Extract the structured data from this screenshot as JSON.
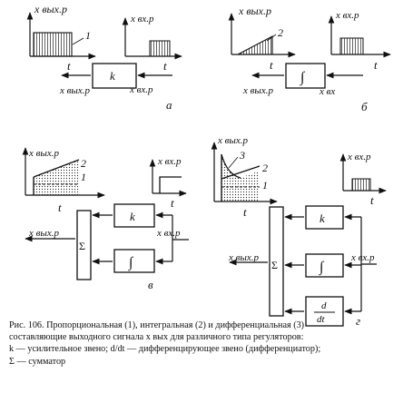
{
  "panels": {
    "a": {
      "letter": "а",
      "output_graph_ylabel": "x вых.р",
      "output_graph_curve": "1",
      "input_graph_ylabel": "x вх.р",
      "t1": "t",
      "t2": "t",
      "block": "k",
      "out_signal": "x вых.р",
      "in_signal": "x вх.р"
    },
    "b": {
      "letter": "б",
      "output_graph_ylabel": "x вых.р",
      "output_graph_curve": "2",
      "input_graph_ylabel": "x вх.р",
      "t1": "t",
      "t2": "t",
      "block": "∫",
      "out_signal": "x вых.р",
      "in_signal": "x вх"
    },
    "v": {
      "letter": "в",
      "output_graph_ylabel": "x вых.р",
      "curve_2": "2",
      "curve_1": "1",
      "input_graph_ylabel": "x вх.р",
      "t1": "t",
      "t2": "t",
      "block_k": "k",
      "block_int": "∫",
      "summator": "Σ",
      "out_signal": "x вых.р",
      "in_signal": "x вх.р"
    },
    "g": {
      "letter": "г",
      "output_graph_ylabel": "x вых.р",
      "curve_3": "3",
      "curve_2": "2",
      "curve_1": "1",
      "input_graph_ylabel": "x вх.р",
      "t1": "t",
      "t2": "t",
      "block_k": "k",
      "block_int": "∫",
      "block_d_num": "d",
      "block_d_den": "dt",
      "summator": "Σ",
      "out_signal": "x вых.р",
      "in_signal": "x вх.р"
    }
  },
  "caption": {
    "line1": "Рис. 106. Пропорциональная (1), интегральная (2) и дифференциальная (3)",
    "line2": "составляющие выходного сигнала x вых для различного типа регуляторов:",
    "line3": "k — усилительное звено; d/dt — дифференцирующее звено (дифференциатор);",
    "line4": "Σ — сумматор"
  }
}
